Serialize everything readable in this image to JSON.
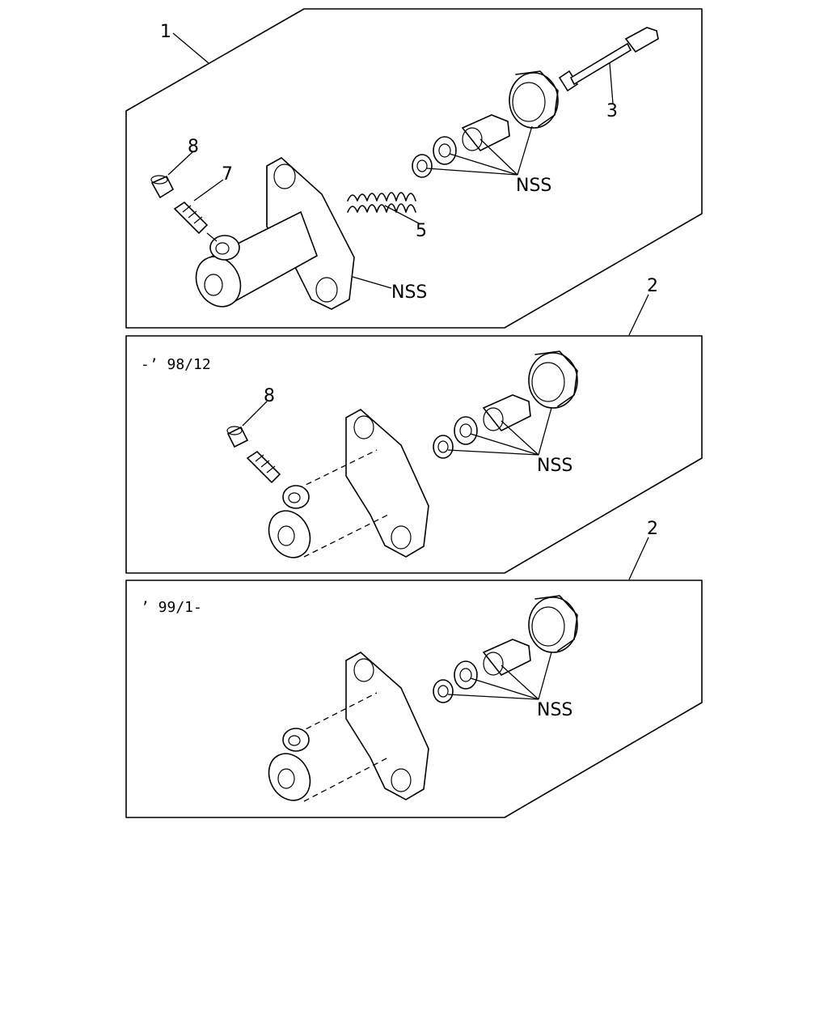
{
  "panels": [
    {
      "id": "assembly",
      "callout": "1",
      "labels": {
        "boot": "8",
        "bleeder": "7",
        "spring": "5",
        "pushrod": "3",
        "nss_internal": "NSS",
        "nss_body": "NSS"
      }
    },
    {
      "id": "early",
      "callout": "2",
      "period_note": "-’ 98/12",
      "labels": {
        "boot": "8",
        "nss_internal": "NSS"
      }
    },
    {
      "id": "late",
      "callout": "2",
      "period_note": "’ 99/1-",
      "labels": {
        "nss_internal": "NSS"
      }
    }
  ]
}
